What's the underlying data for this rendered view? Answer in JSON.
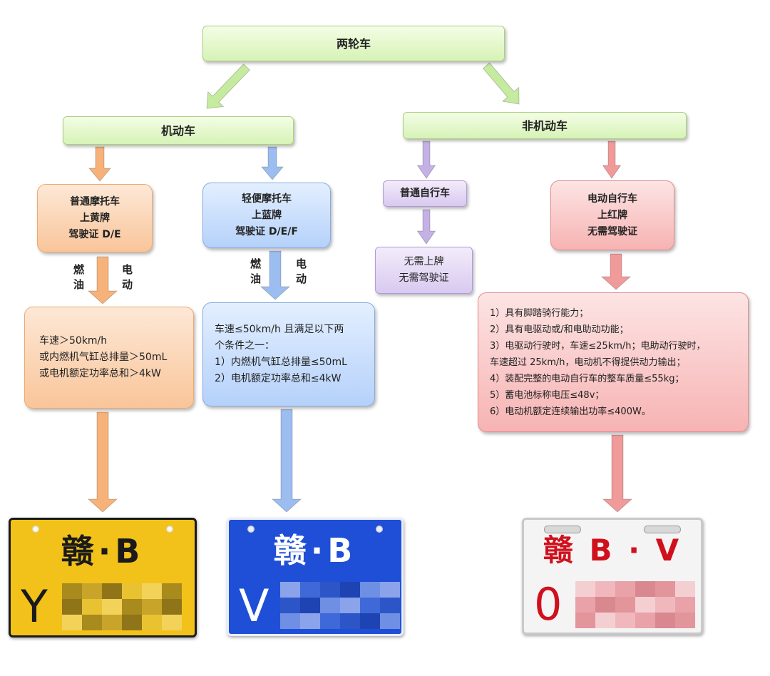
{
  "root": {
    "label": "两轮车"
  },
  "motor": {
    "label": "机动车"
  },
  "nonmotor": {
    "label": "非机动车"
  },
  "regular_moto": {
    "lines": [
      "普通摩托车",
      "上黄牌",
      "驾驶证 D/E"
    ]
  },
  "light_moto": {
    "lines": [
      "轻便摩托车",
      "上蓝牌",
      "驾驶证 D/E/F"
    ]
  },
  "bicycle": {
    "label": "普通自行车"
  },
  "bicycle_rule": {
    "lines": [
      "无需上牌",
      "无需驾驶证"
    ]
  },
  "ebike": {
    "lines": [
      "电动自行车",
      "上红牌",
      "无需驾驶证"
    ]
  },
  "fuel_electric": {
    "fuel": "燃油",
    "electric": "电动"
  },
  "regular_moto_rule": {
    "lines": [
      "车速＞50km/h",
      "或内燃机气缸总排量＞50mL",
      "或电机额定功率总和＞4kW"
    ]
  },
  "light_moto_rule": {
    "lines": [
      "车速≤50km/h 且满足以下两",
      "个条件之一：",
      "1）内燃机气缸总排量≤50mL",
      "2）电机额定功率总和≤4kW"
    ]
  },
  "ebike_rule": {
    "lines": [
      "1）具有脚踏骑行能力；",
      "2）具有电驱动或/和电助动功能；",
      "3）电驱动行驶时，车速≤25km/h；电助动行驶时，",
      "车速超过 25km/h，电动机不得提供动力输出；",
      "4）装配完整的电动自行车的整车质量≤55kg；",
      "5）蓄电池标称电压≤48v；",
      "6）电动机额定连续输出功率≤400W。"
    ]
  },
  "plates": {
    "yellow": {
      "top": "赣·B",
      "letter": "Y",
      "bg": "#f2c21b",
      "fg": "#1a1a1a"
    },
    "blue": {
      "top": "赣·B",
      "letter": "V",
      "bg": "#1f4fd6",
      "fg": "#ffffff"
    },
    "red": {
      "top": "赣 B · V",
      "letter": "0",
      "bg": "#f4f4f4",
      "fg": "#d0101c"
    }
  },
  "colors": {
    "green_arrow": "#c5eb9f",
    "orange_arrow": "#f7b27a",
    "blue_arrow": "#9cbdf0",
    "purple_arrow": "#c4b1e6",
    "red_arrow": "#f19a9a"
  }
}
